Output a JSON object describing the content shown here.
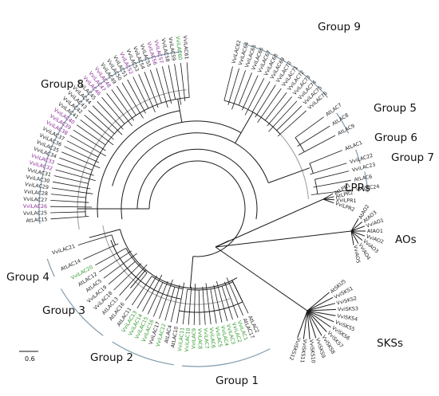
{
  "colors": {
    "branch": "#1a1a1a",
    "bracket": "#7f9aab",
    "arc_grey": "#9a9a9a",
    "leaf_black": "#222222",
    "leaf_green": "#2f9a2a",
    "leaf_purple": "#8a2a94"
  },
  "scale_label": "0.6",
  "groups": [
    {
      "label": "Group 9",
      "key": "g9"
    },
    {
      "label": "Group 5",
      "key": "g5"
    },
    {
      "label": "Group 6",
      "key": "g6"
    },
    {
      "label": "Group 7",
      "key": "g7"
    },
    {
      "label": "Group 8",
      "key": "g8"
    },
    {
      "label": "Group 4",
      "key": "g4"
    },
    {
      "label": "Group 3",
      "key": "g3"
    },
    {
      "label": "Group 2",
      "key": "g2"
    },
    {
      "label": "Group 1",
      "key": "g1"
    }
  ],
  "families": [
    {
      "label": "LPRs",
      "key": "lpr"
    },
    {
      "label": "AOs",
      "key": "ao"
    },
    {
      "label": "SKSs",
      "key": "sks"
    }
  ],
  "leaves": {
    "group9": [
      "VviLAC62",
      "VviLAC64",
      "VviLAC65",
      "VviLAC66",
      "VviLAC67",
      "VviLAC68",
      "VviLAC69",
      "VviLAC70",
      "VviLAC71",
      "VviLAC72",
      "VviLAC73",
      "VviLAC74",
      "VviLAC75",
      "VviLAC76"
    ],
    "group5": [
      "AtLAC7",
      "AtLAC8",
      "AtLAC9"
    ],
    "group6": [
      "AtLAC1",
      "VviLAC22"
    ],
    "group7": [
      "VviLAC23",
      "AtLAC6",
      "VviLAC24"
    ],
    "group8": [
      "VviLAC61",
      "VviLAC60",
      "VviLAC59",
      "VviLAC58",
      "VviLAC57",
      "VviLAC56",
      "VviLAC55",
      "VviLAC54",
      "VviLAC53",
      "VviLAC52",
      "VviLAC51",
      "VviLAC50",
      "VviLAC49",
      "VviLAC48",
      "VviLAC47",
      "VviLAC46",
      "VviLAC45",
      "VviLAC44",
      "VviLAC43",
      "VviLAC42",
      "VviLAC41",
      "VviLAC40",
      "VviLAC39",
      "VviLAC38",
      "VviLAC37",
      "VviLAC36",
      "VviLAC35",
      "VviLAC34",
      "VviLAC33",
      "VviLAC32",
      "VviLAC31",
      "VviLAC30",
      "VviLAC29",
      "VviLAC28",
      "VviLAC27",
      "VviLAC26",
      "VviLAC25",
      "AtLAC15"
    ],
    "group4": [
      "VviLAC21",
      "AtLAC14"
    ],
    "group3": [
      "VviLAC20",
      "AtLAC12",
      "AtLAC5",
      "VviLAC19",
      "VviLAC18",
      "AtLAC13",
      "AtLAC16"
    ],
    "group2": [
      "AtLAC11",
      "VviLAC13",
      "VviLAC14",
      "VviLAC15",
      "VviLAC16",
      "VviLAC17",
      "VviLAC12",
      "AtLAC4",
      "AtLAC10"
    ],
    "group1": [
      "VviLAC11",
      "VviLAC10",
      "VviLAC9",
      "VviLAC8",
      "VviLAC7",
      "VviLAC6",
      "VviLAC5",
      "VviLAC4",
      "VviLAC3",
      "VviLAC2",
      "VviLAC1",
      "AtLAC17",
      "AtLAC2"
    ],
    "lprs": [
      "AtLPR1",
      "AtLPR2",
      "VviLPR1",
      "VviLPR2"
    ],
    "aos": [
      "AtAO2",
      "AtAO3",
      "VviAO1",
      "AtAO1",
      "VviAO2",
      "VviAO3",
      "VviAO4",
      "VviAO5"
    ],
    "sks": [
      "AtSKU5",
      "VviSKS1",
      "VviSKS2",
      "VviSKS3",
      "VviSKS4",
      "VviSKS5",
      "VviSKS6",
      "VviSKS7",
      "VviSKS8",
      "VviSKS9",
      "VviSKS10",
      "VviSKS11",
      "VviSKS12"
    ]
  }
}
